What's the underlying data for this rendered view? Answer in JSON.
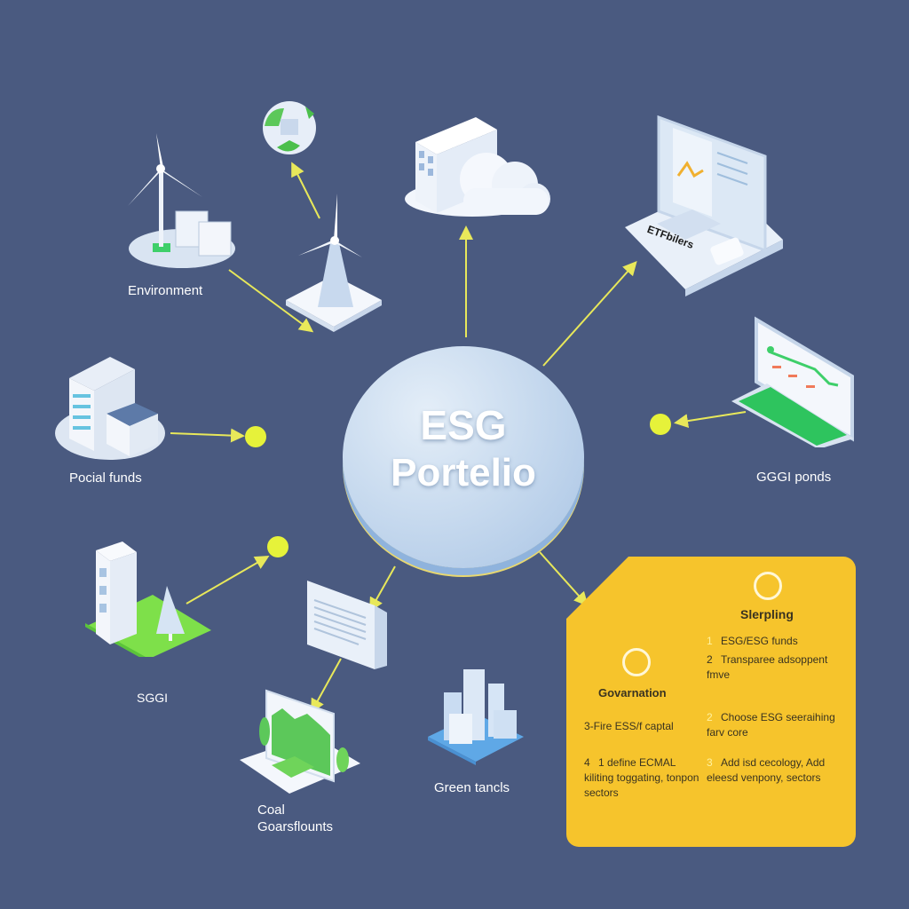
{
  "hub": {
    "line1": "ESG",
    "line2": "Portelio"
  },
  "nodes": {
    "environment": "Environment",
    "social_funds": "Pocial funds",
    "sggi": "SGGI",
    "coal": "Coal",
    "coal_sub": "Goarsflounts",
    "green_bonds": "Green tancls",
    "ggi_ponds": "GGGI ponds",
    "laptop_label": "ETFbilers"
  },
  "card": {
    "right_heading": "Slerpling",
    "left_heading": "Govarnation",
    "right_items": [
      {
        "num": "1",
        "text": "ESG/ESG funds"
      },
      {
        "num": "2",
        "text": "Transparee adsoppent fmve"
      },
      {
        "num": "2",
        "text": "Choose ESG seeraihing farv core"
      },
      {
        "num": "3",
        "text": "Add isd cecology, Add eleesd venpony, sectors"
      }
    ],
    "left_items": [
      {
        "num": "3-",
        "text": "Fire ESS/f captal"
      },
      {
        "num": "4",
        "text": "1 define ECMAL kiliting toggating, tonpon sectors"
      }
    ]
  },
  "colors": {
    "background": "#4a5a80",
    "accent": "#f6c42c",
    "connector": "#e8e85a",
    "dot": "#e6f23a",
    "green": "#3ecf6a"
  }
}
